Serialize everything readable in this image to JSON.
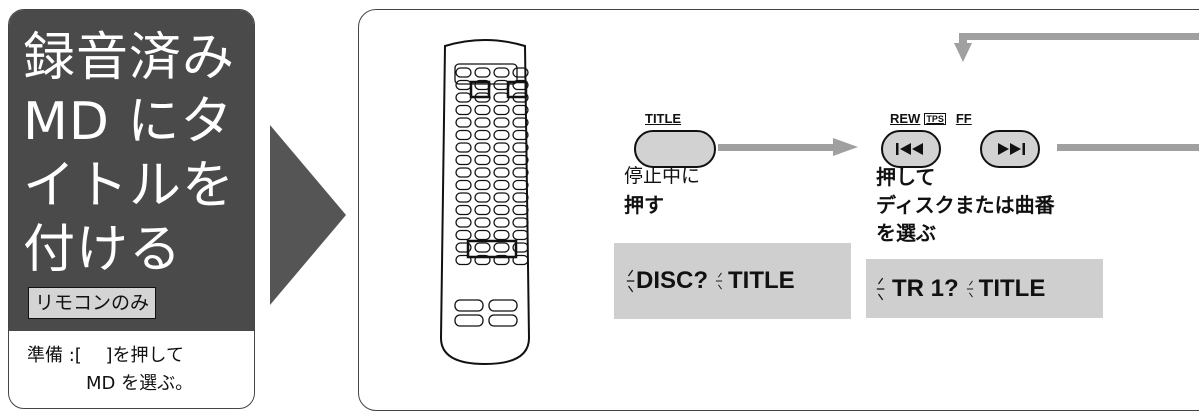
{
  "card": {
    "title_lines": [
      "録音済み",
      "MD にタ",
      "イトルを",
      "付ける"
    ],
    "badge": "リモコンのみ",
    "prep_line1": "準備 :[　 ]を押して",
    "prep_line2": "MD を選ぶ。"
  },
  "step1": {
    "button_label": "TITLE",
    "caption": "停止中に",
    "action": "押す",
    "display_left": "DISC?",
    "display_right": "TITLE"
  },
  "step2": {
    "rew_label": "REW",
    "tps_label": "TPS",
    "ff_label": "FF",
    "rew_icon": "rewind-icon",
    "ff_icon": "fast-forward-icon",
    "action_lines": [
      "押して",
      "ディスクまたは曲番",
      "を選ぶ"
    ],
    "display_left": "TR 1?",
    "display_right": "TITLE"
  },
  "colors": {
    "card_dark": "#4a4a4a",
    "lcd_gray": "#cfcfcf",
    "button_gray": "#d2d2d2",
    "flow_arrow": "#a0a0a0"
  }
}
